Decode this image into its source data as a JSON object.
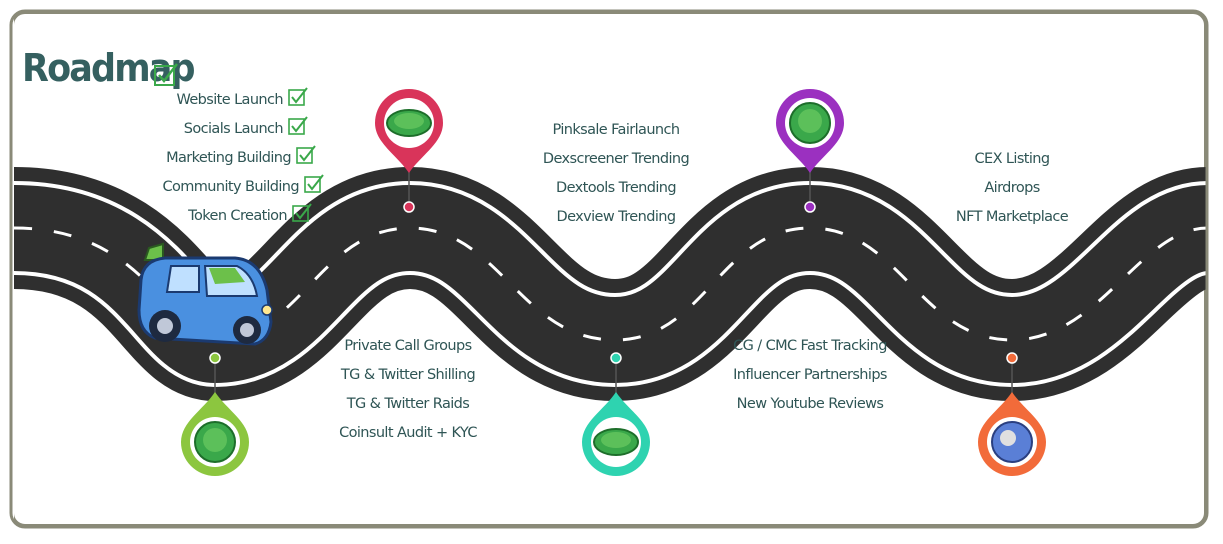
{
  "roadmap": {
    "title": "Roadmap",
    "phase1": [
      "Website Launch",
      "Socials Launch",
      "Marketing Building",
      "Community Building",
      "Token Creation"
    ],
    "phase2": [
      "Private Call Groups",
      "TG & Twitter Shilling",
      "TG & Twitter Raids",
      "Coinsult Audit + KYC"
    ],
    "phase3": [
      "Pinksale Fairlaunch",
      "Dexscreener Trending",
      "Dextools Trending",
      "Dexview Trending"
    ],
    "phase4": [
      "CG / CMC Fast Tracking",
      "Influencer Partnerships",
      "New Youtube Reviews"
    ],
    "phase5": [
      "CEX Listing",
      "Airdrops",
      "NFT Marketplace"
    ]
  },
  "colors": {
    "road": "#2f2f2f",
    "road_edge": "#ffffff",
    "title": "#356060",
    "text": "#2f5555",
    "check": "#3aa84a",
    "pin_green": "#8cc63f",
    "pin_pink": "#d9345a",
    "pin_teal": "#2ed3b0",
    "pin_purple": "#9b30c0",
    "pin_orange": "#f26b3a",
    "van": "#4a90e0"
  },
  "icons": [
    "checkbox-check-icon",
    "map-pin-icon",
    "van-icon",
    "token-coin-icon"
  ]
}
